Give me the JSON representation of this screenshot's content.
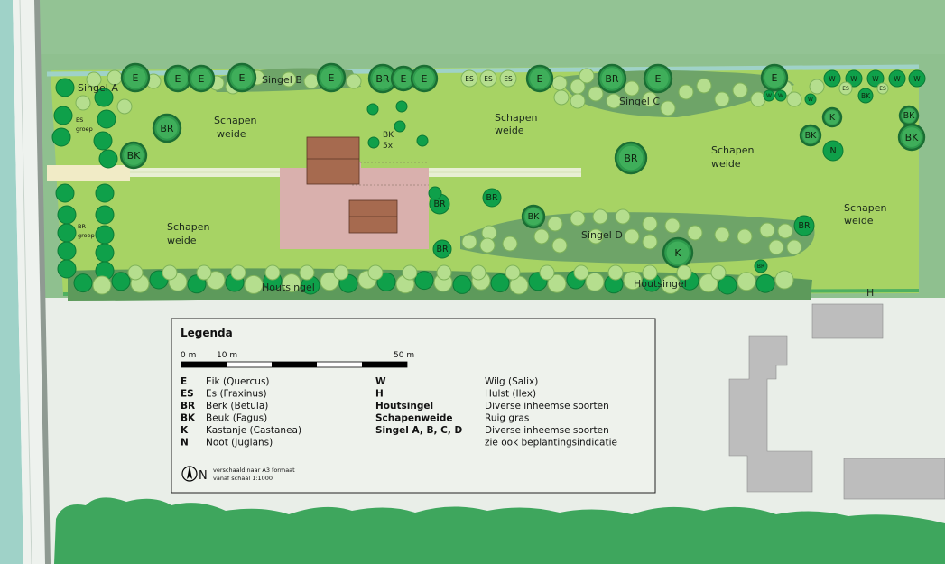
{
  "colors": {
    "meadow": "#a7d364",
    "outer_field": "#8fc08f",
    "hedge": "#6ea468",
    "tree_light": "#b5de8e",
    "tree_dark": "#2e9a4c",
    "tree_bright": "#0fa04a",
    "building": "#a66a4f",
    "yard": "#d9b0ad",
    "neighbour_building": "#bdbdbd",
    "road": "#e9eee8",
    "water": "#9fd2c8",
    "bottom_green": "#3ea65d"
  },
  "labels": {
    "singel_a": "Singel A",
    "singel_b": "Singel B",
    "singel_c": "Singel C",
    "singel_d": "Singel D",
    "houtsingel_1": "Houtsingel",
    "houtsingel_2": "Houtsingel",
    "schapen_1": "Schapen",
    "weide_1": "weide",
    "schapen_2": "Schapen",
    "weide_2": "weide",
    "schapen_3": "Schapen",
    "weide_3": "weide",
    "schapen_4": "Schapen",
    "weide_4": "weide",
    "schapen_5": "Schapen",
    "weide_5": "weide",
    "es_groep_1": "ES",
    "es_groep_2": "groep",
    "br_groep_1": "BR",
    "br_groep_2": "groep",
    "bk_group_1": "BK",
    "bk_group_2": "5x",
    "h_marker": "H"
  },
  "tree_codes": {
    "eik": "E",
    "es": "ES",
    "berk": "BR",
    "beuk": "BK",
    "kastanje": "K",
    "noot": "N",
    "wilg": "W"
  },
  "legend": {
    "title": "Legenda",
    "scale": {
      "zero": "0 m",
      "ten": "10 m",
      "fifty": "50 m"
    },
    "left": [
      {
        "code": "E",
        "text": "Eik (Quercus)"
      },
      {
        "code": "ES",
        "text": "Es (Fraxinus)"
      },
      {
        "code": "BR",
        "text": "Berk (Betula)"
      },
      {
        "code": "BK",
        "text": "Beuk (Fagus)"
      },
      {
        "code": "K",
        "text": "Kastanje (Castanea)"
      },
      {
        "code": "N",
        "text": "Noot (Juglans)"
      }
    ],
    "right": [
      {
        "code": "W",
        "text": "Wilg (Salix)"
      },
      {
        "code": "H",
        "text": "Hulst (Ilex)"
      },
      {
        "code": "Houtsingel",
        "text": "Diverse inheemse soorten"
      },
      {
        "code": "Schapenweide",
        "text": "Ruig gras"
      },
      {
        "code": "Singel A, B, C, D",
        "text": "Diverse inheemse soorten"
      },
      {
        "code": "",
        "text": "zie ook beplantingsindicatie"
      }
    ],
    "north": "N",
    "note_1": "verschaald naar A3 formaat",
    "note_2": "vanaf schaal 1:1000"
  }
}
